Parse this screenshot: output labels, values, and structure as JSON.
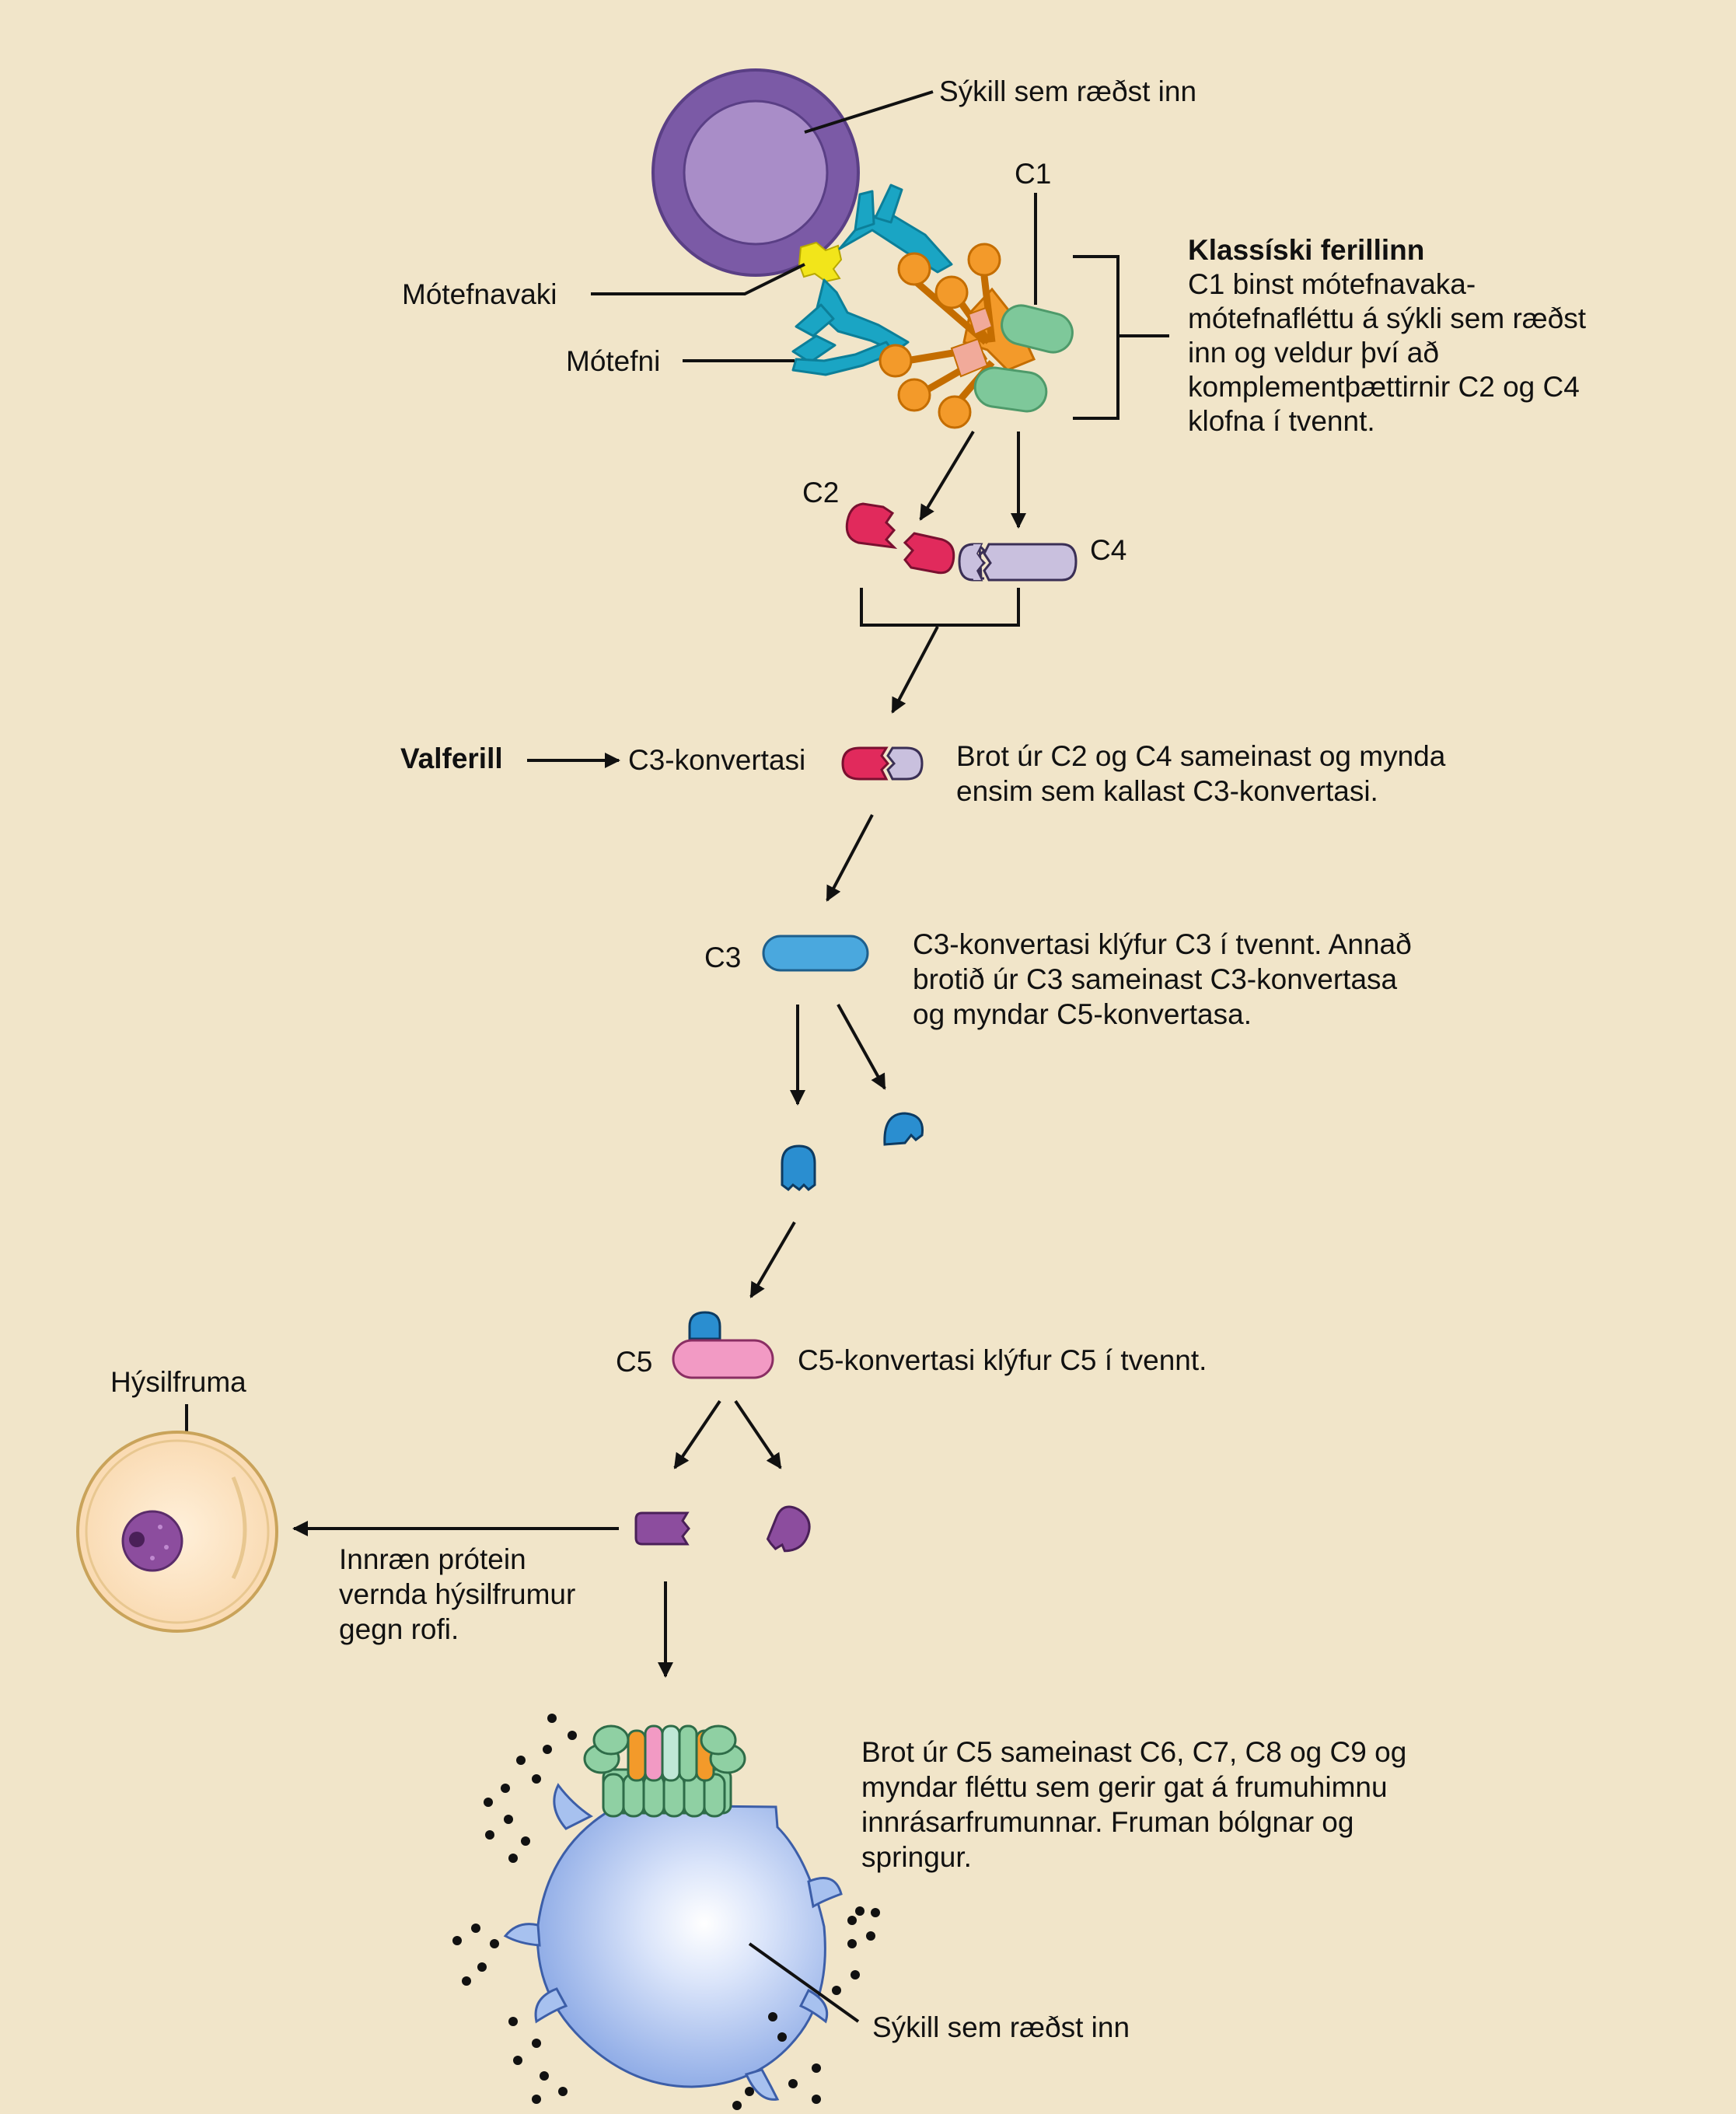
{
  "labels": {
    "pathogen_top": "Sýkill sem ræðst inn",
    "c1": "C1",
    "antigen": "Mótefnavaki",
    "antibody": "Mótefni",
    "c2": "C2",
    "c4": "C4",
    "valferill": "Valferill",
    "c3_convertase": "C3-konvertasi",
    "c3": "C3",
    "c5": "C5",
    "host_cell": "Hýsilfruma",
    "pathogen_bottom": "Sýkill sem ræðst inn"
  },
  "classic": {
    "title": "Klassíski ferillinn",
    "lines": [
      "C1 binst mótefnavaka-",
      "mótefnafléttu á sýkli sem ræðst",
      "inn og veldur því að",
      "komplementþættirnir C2 og C4",
      "klofna í tvennt."
    ]
  },
  "notes": {
    "c3conv": [
      "Brot úr C2 og C4 sameinast og mynda",
      "ensim sem kallast C3-konvertasi."
    ],
    "c3": [
      "C3-konvertasi klýfur C3 í tvennt. Annað",
      "brotið úr C3 sameinast C3-konvertasa",
      "og myndar C5-konvertasa."
    ],
    "c5": [
      "C5-konvertasi klýfur C5 í tvennt."
    ],
    "host": [
      "Innræn prótein",
      "vernda hýsilfrumur",
      "gegn rofi."
    ],
    "mac": [
      "Brot úr C5 sameinast C6, C7, C8 og C9 og",
      "myndar fléttu sem gerir gat á frumuhimnu",
      "innrásarfrumunnar. Fruman bólgnar og",
      "springur."
    ]
  },
  "colors": {
    "background": "#f1e5c9",
    "pathogen": "#7b5aa6",
    "antibody": "#1aa5c4",
    "antigen": "#f2e51a",
    "c1": "#f39a2a",
    "c1_green": "#7ec89a",
    "c2": "#e12a5c",
    "c4": "#c9c0de",
    "c3": "#4aa8de",
    "c5": "#f29ac4",
    "c5_fragment": "#8c4d9e",
    "host": "#fde3bf",
    "mac_cell": "#a7c1ef"
  }
}
